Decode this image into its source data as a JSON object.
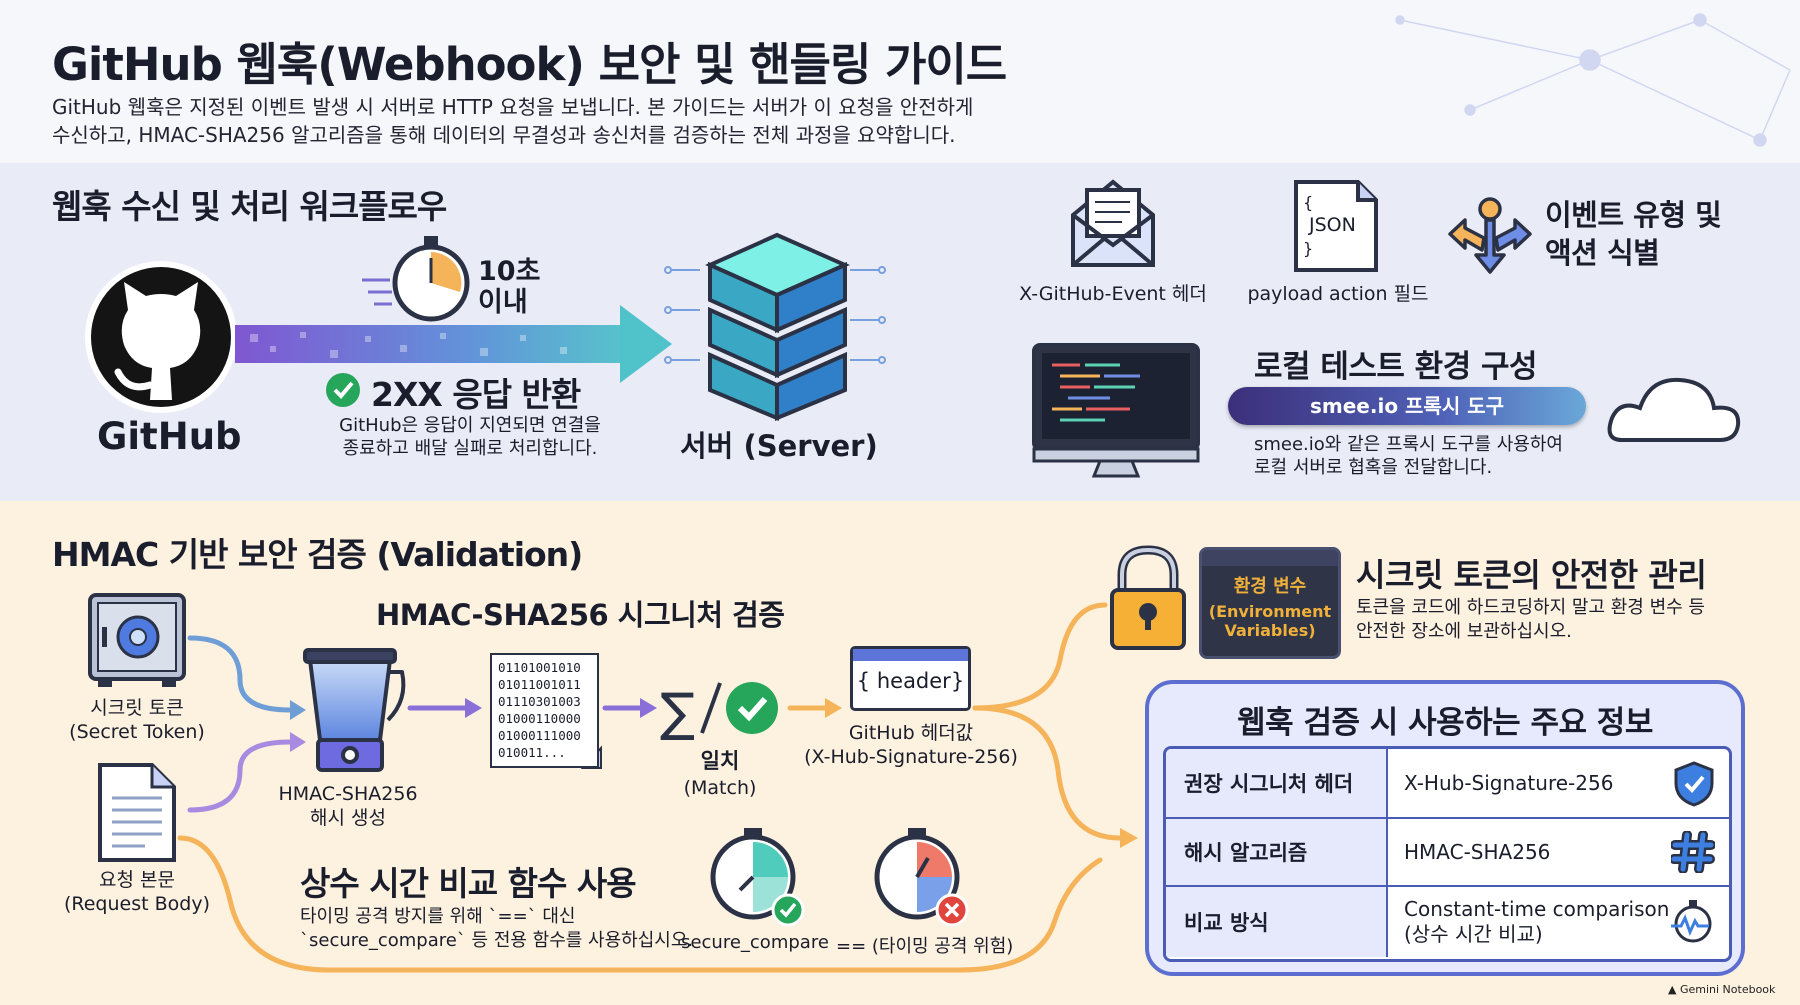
{
  "header": {
    "title": "GitHub 웹훅(Webhook) 보안 및 핸들링 가이드",
    "intro_line1": "GitHub 웹훅은 지정된 이벤트 발생 시 서버로 HTTP 요청을 보냅니다. 본 가이드는 서버가 이 요청을 안전하게",
    "intro_line2": "수신하고, HMAC-SHA256 알고리즘을 통해 데이터의 무결성과 송신처를 검증하는 전체 과정을 요약합니다."
  },
  "workflow": {
    "heading": "웹훅 수신 및 처리 워크플로우",
    "github_label": "GitHub",
    "timer_line1": "10초",
    "timer_line2": "이내",
    "response_title": "2XX 응답 반환",
    "response_desc_line1": "GitHub은 응답이 지연되면 연결을",
    "response_desc_line2": "종료하고 배달 실패로 처리합니다.",
    "server_label": "서버 (Server)"
  },
  "event": {
    "header_label": "X-GitHub-Event 헤더",
    "json_icon_text": "JSON",
    "payload_label": "payload action 필드",
    "title_line1": "이벤트 유형 및",
    "title_line2": "액션 식별"
  },
  "local_test": {
    "title": "로컬 테스트 환경 구성",
    "pill": "smee.io 프록시 도구",
    "desc_line1": "smee.io와 같은 프록시 도구를 사용하여",
    "desc_line2": "로컬 서버로 협혹을 전달합니다."
  },
  "hmac": {
    "heading": "HMAC 기반 보안 검증 (Validation)",
    "signature_title": "HMAC-SHA256 시그니처 검증",
    "secret_token_line1": "시크릿 토큰",
    "secret_token_line2": "(Secret Token)",
    "request_body_line1": "요청 본문",
    "request_body_line2": "(Request Body)",
    "hash_line1": "HMAC-SHA256",
    "hash_line2": "해시 생성",
    "binary_lines": [
      "01101001010",
      "01011001011",
      "01110301003",
      "01000110000",
      "01000111000",
      "010011..."
    ],
    "match_line1": "일치",
    "match_line2": "(Match)",
    "header_icon_text": "{ header}",
    "header_value_line1": "GitHub 헤더값",
    "header_value_line2": "(X-Hub-Signature-256)"
  },
  "constant_time": {
    "title": "상수 시간 비교 함수 사용",
    "desc_line1": "타이밍 공격 방지를 위해 `==` 대신",
    "desc_line2": "`secure_compare` 등 전용 함수를 사용하십시오.",
    "good_label": "secure_compare",
    "bad_label": "== (타이밍 공격 위험)"
  },
  "secret_mgmt": {
    "env_line1": "환경 변수",
    "env_line2": "(Environment",
    "env_line3": "Variables)",
    "title": "시크릿 토큰의 안전한 관리",
    "desc_line1": "토큰을 코드에 하드코딩하지 말고 환경 변수 등",
    "desc_line2": "안전한 장소에 보관하십시오."
  },
  "info_table": {
    "title": "웹훅 검증 시 사용하는 주요 정보",
    "rows": [
      {
        "key": "권장 시그니처 헤더",
        "value": "X-Hub-Signature-256",
        "icon": "shield-check-icon"
      },
      {
        "key": "해시 알고리즘",
        "value": "HMAC-SHA256",
        "icon": "hash-icon"
      },
      {
        "key": "비교 방식",
        "value_line1": "Constant-time comparison",
        "value_line2": "(상수 시간 비교)",
        "icon": "stopwatch-pulse-icon"
      }
    ]
  },
  "footer": {
    "credit": "Gemini Notebook"
  },
  "colors": {
    "accent_blue": "#4b5cb6",
    "accent_orange": "#f5b35a",
    "accent_purple": "#8a6fd8",
    "check_green": "#26a65b",
    "warning_red": "#e0463e"
  }
}
